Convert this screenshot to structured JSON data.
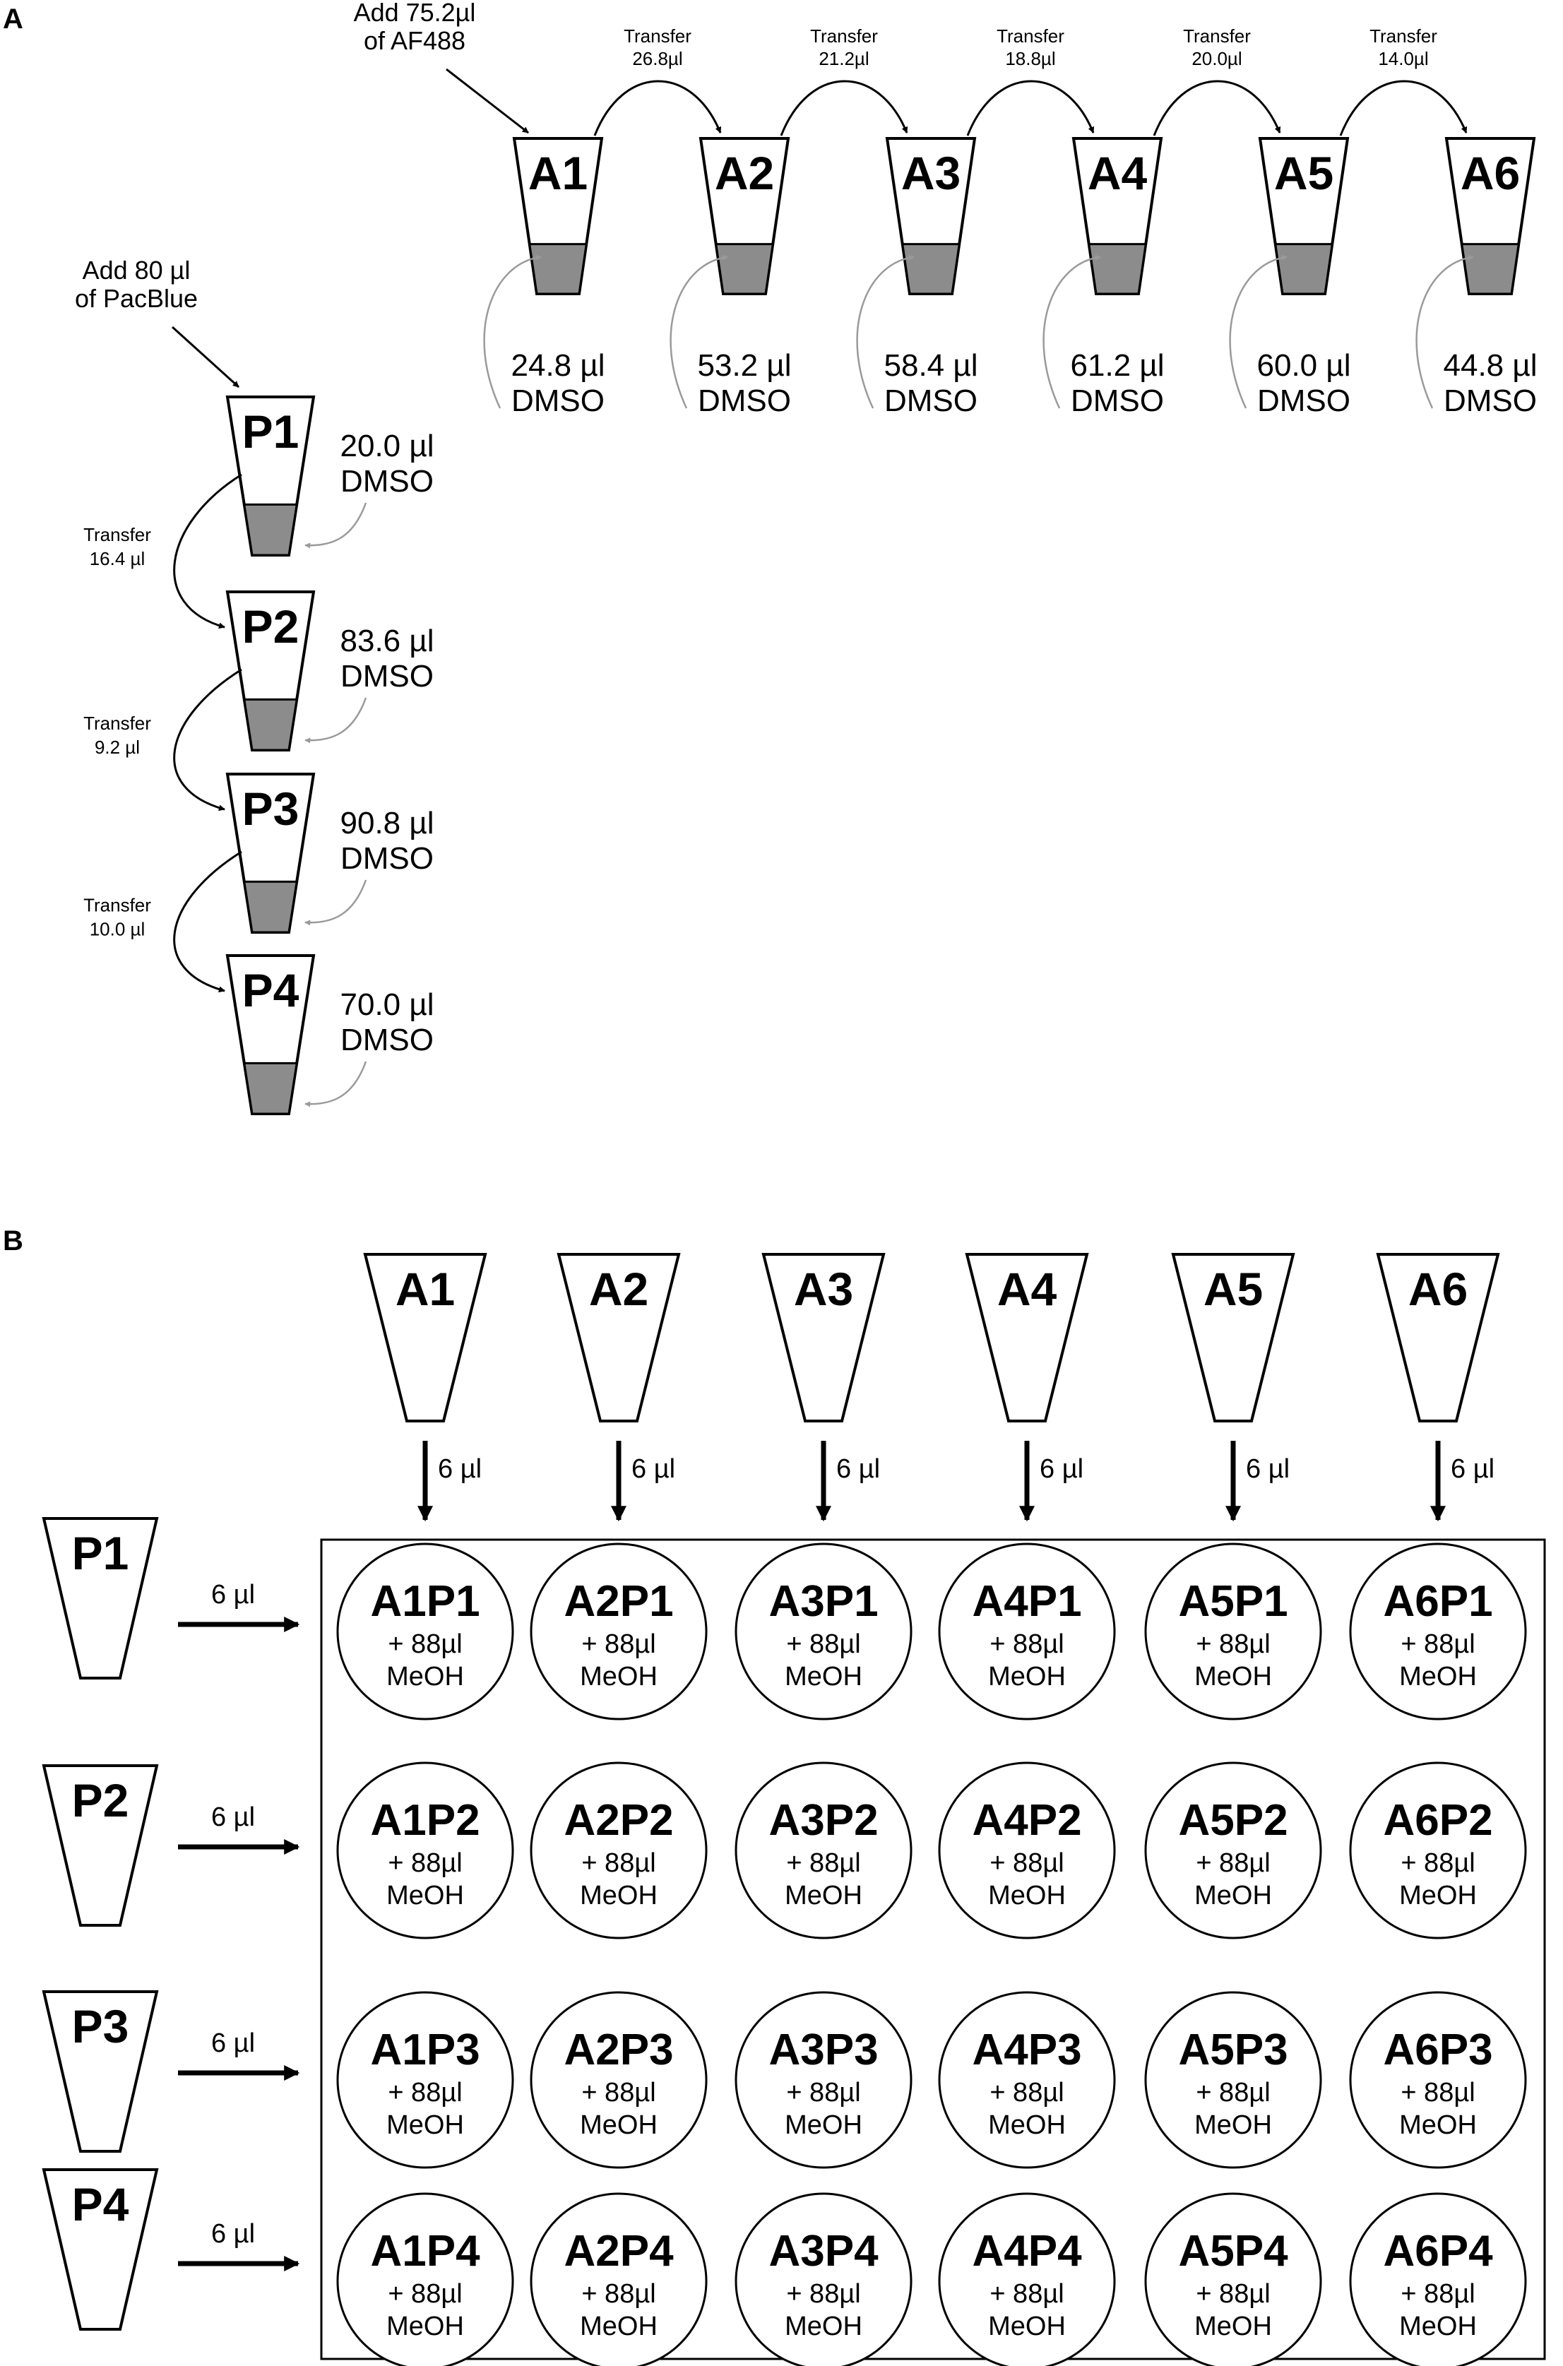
{
  "panel_a": {
    "letter": "A",
    "af_add": [
      "Add 75.2µl",
      "of AF488"
    ],
    "pac_add": [
      "Add 80 µl",
      "of PacBlue"
    ],
    "a_tubes": [
      {
        "label": "A1",
        "vol": "24.8 µl",
        "solvent": "DMSO"
      },
      {
        "label": "A2",
        "vol": "53.2 µl",
        "solvent": "DMSO"
      },
      {
        "label": "A3",
        "vol": "58.4 µl",
        "solvent": "DMSO"
      },
      {
        "label": "A4",
        "vol": "61.2 µl",
        "solvent": "DMSO"
      },
      {
        "label": "A5",
        "vol": "60.0 µl",
        "solvent": "DMSO"
      },
      {
        "label": "A6",
        "vol": "44.8 µl",
        "solvent": "DMSO"
      }
    ],
    "a_transfers": [
      {
        "title": "Transfer",
        "amount": "26.8µl"
      },
      {
        "title": "Transfer",
        "amount": "21.2µl"
      },
      {
        "title": "Transfer",
        "amount": "18.8µl"
      },
      {
        "title": "Transfer",
        "amount": "20.0µl"
      },
      {
        "title": "Transfer",
        "amount": "14.0µl"
      }
    ],
    "p_tubes": [
      {
        "label": "P1",
        "vol": "20.0 µl",
        "solvent": "DMSO"
      },
      {
        "label": "P2",
        "vol": "83.6 µl",
        "solvent": "DMSO"
      },
      {
        "label": "P3",
        "vol": "90.8 µl",
        "solvent": "DMSO"
      },
      {
        "label": "P4",
        "vol": "70.0 µl",
        "solvent": "DMSO"
      }
    ],
    "p_transfers": [
      {
        "title": "Transfer",
        "amount": "16.4 µl"
      },
      {
        "title": "Transfer",
        "amount": "9.2 µl"
      },
      {
        "title": "Transfer",
        "amount": "10.0 µl"
      }
    ]
  },
  "panel_b": {
    "letter": "B",
    "col_tubes": [
      "A1",
      "A2",
      "A3",
      "A4",
      "A5",
      "A6"
    ],
    "row_tubes": [
      "P1",
      "P2",
      "P3",
      "P4"
    ],
    "transfer_volume": "6 µl",
    "well_addition": "+ 88µl",
    "well_solvent": "MeOH",
    "wells": [
      [
        "A1P1",
        "A2P1",
        "A3P1",
        "A4P1",
        "A5P1",
        "A6P1"
      ],
      [
        "A1P2",
        "A2P2",
        "A3P2",
        "A4P2",
        "A5P2",
        "A6P2"
      ],
      [
        "A1P3",
        "A2P3",
        "A3P3",
        "A4P3",
        "A5P3",
        "A6P3"
      ],
      [
        "A1P4",
        "A2P4",
        "A3P4",
        "A4P4",
        "A5P4",
        "A6P4"
      ]
    ]
  }
}
